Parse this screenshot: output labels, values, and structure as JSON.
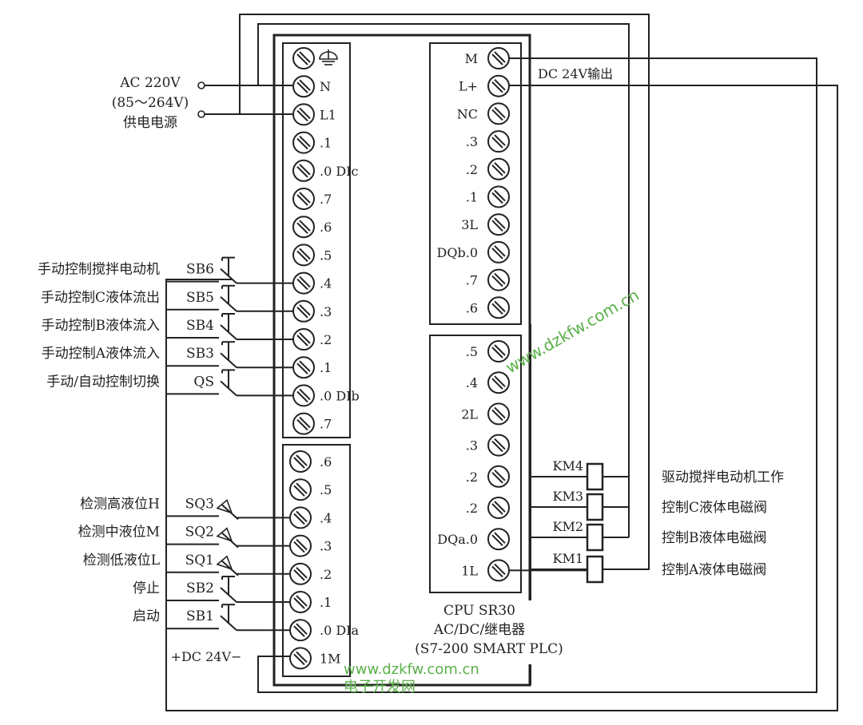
{
  "power": {
    "line1": "AC 220V",
    "line2": "(85～264V)",
    "line3": "供电电源"
  },
  "dc_output_label": "DC 24V输出",
  "dc_input_label": "+DC 24V−",
  "plc": {
    "model": "CPU  SR30",
    "type": "AC/DC/继电器",
    "family": "(S7-200  SMART  PLC)"
  },
  "left_top_block": {
    "terminals": [
      {
        "label": "",
        "icon": "ground-icon"
      },
      {
        "label": "N"
      },
      {
        "label": "L1"
      },
      {
        "label": ".1"
      },
      {
        "label": ".0 DIc"
      },
      {
        "label": ".7"
      },
      {
        "label": ".6"
      },
      {
        "label": ".5"
      },
      {
        "label": ".4"
      },
      {
        "label": ".3"
      },
      {
        "label": ".2"
      },
      {
        "label": ".1"
      },
      {
        "label": ".0 DIb"
      },
      {
        "label": ".7"
      }
    ]
  },
  "left_bottom_block": {
    "terminals": [
      {
        "label": ".6"
      },
      {
        "label": ".5"
      },
      {
        "label": ".4"
      },
      {
        "label": ".3"
      },
      {
        "label": ".2"
      },
      {
        "label": ".1"
      },
      {
        "label": ".0 DIa"
      },
      {
        "label": "1M"
      }
    ]
  },
  "right_top_block": {
    "terminals": [
      {
        "label": "M"
      },
      {
        "label": "L+"
      },
      {
        "label": "NC"
      },
      {
        "label": ".3"
      },
      {
        "label": ".2"
      },
      {
        "label": ".1"
      },
      {
        "label": "3L"
      },
      {
        "label": "DQb.0"
      },
      {
        "label": ".7"
      },
      {
        "label": ".6"
      }
    ]
  },
  "right_bottom_block": {
    "terminals": [
      {
        "label": ".5"
      },
      {
        "label": ".4"
      },
      {
        "label": "2L"
      },
      {
        "label": ".3"
      },
      {
        "label": ".2"
      },
      {
        "label": ".2"
      },
      {
        "label": "DQa.0"
      },
      {
        "label": "1L"
      }
    ]
  },
  "inputs_b": [
    {
      "desc": "手动控制搅拌电动机",
      "tag": "SB6",
      "kind": "button"
    },
    {
      "desc": "手动控制C液体流出",
      "tag": "SB5",
      "kind": "button"
    },
    {
      "desc": "手动控制B液体流入",
      "tag": "SB4",
      "kind": "button"
    },
    {
      "desc": "手动控制A液体流入",
      "tag": "SB3",
      "kind": "button"
    },
    {
      "desc": "手动/自动控制切换",
      "tag": "QS",
      "kind": "button"
    }
  ],
  "inputs_a": [
    {
      "desc": "检测高液位H",
      "tag": "SQ3",
      "kind": "level"
    },
    {
      "desc": "检测中液位M",
      "tag": "SQ2",
      "kind": "level"
    },
    {
      "desc": "检测低液位L",
      "tag": "SQ1",
      "kind": "level"
    },
    {
      "desc": "停止",
      "tag": "SB2",
      "kind": "button"
    },
    {
      "desc": "启动",
      "tag": "SB1",
      "kind": "button"
    }
  ],
  "outputs": [
    {
      "tag": "KM4",
      "desc": "驱动搅拌电动机工作"
    },
    {
      "tag": "KM3",
      "desc": "控制C液体电磁阀"
    },
    {
      "tag": "KM2",
      "desc": "控制B液体电磁阀"
    },
    {
      "tag": "KM1",
      "desc": "控制A液体电磁阀"
    }
  ],
  "watermark": {
    "diagonal": "www.dzkfw.com.cn",
    "bottom_url": "www.dzkfw.com.cn",
    "bottom_name": "电子开发网"
  }
}
